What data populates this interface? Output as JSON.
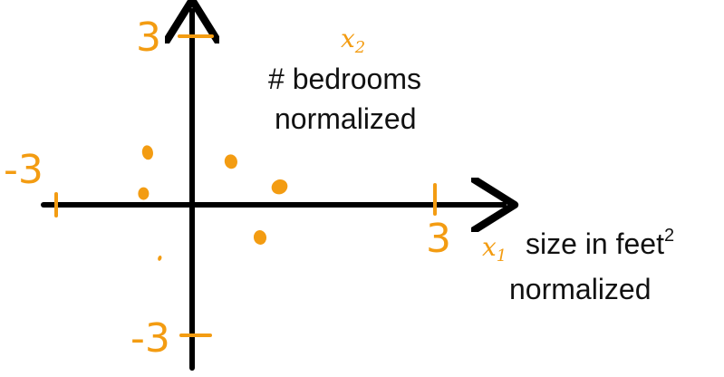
{
  "colors": {
    "accent": "#f39c12",
    "axis": "#000000"
  },
  "chart_data": {
    "type": "scatter",
    "x_axis": {
      "variable": "x",
      "subscript": "1",
      "description_line1": "size in feet",
      "description_superscript": "2",
      "description_line2": "normalized",
      "range": [
        -3,
        3
      ],
      "tick_labels": [
        "-3",
        "3"
      ]
    },
    "y_axis": {
      "variable": "x",
      "subscript": "2",
      "description_line1": "# bedrooms",
      "description_line2": "normalized",
      "range": [
        -3,
        3
      ],
      "tick_labels": [
        "3",
        "-3"
      ]
    },
    "points": [
      {
        "x": -0.55,
        "y": 0.93
      },
      {
        "x": -0.6,
        "y": 0.2
      },
      {
        "x": 0.48,
        "y": 0.77
      },
      {
        "x": 1.08,
        "y": 0.32
      },
      {
        "x": 0.84,
        "y": -0.58
      },
      {
        "x": -0.4,
        "y": -0.95
      }
    ],
    "grid": false,
    "legend": false
  }
}
